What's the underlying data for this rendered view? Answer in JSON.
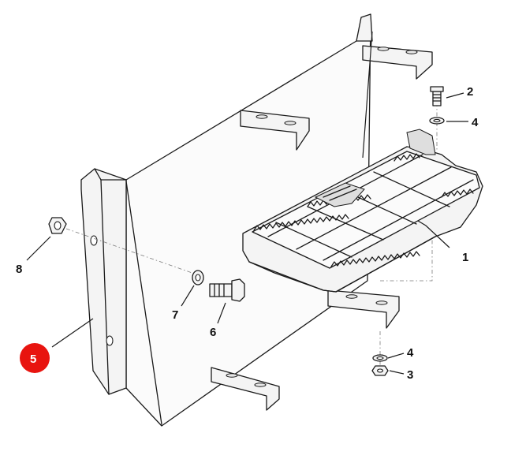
{
  "callouts": [
    {
      "id": "1",
      "label": "1"
    },
    {
      "id": "2",
      "label": "2"
    },
    {
      "id": "3",
      "label": "3"
    },
    {
      "id": "4a",
      "label": "4"
    },
    {
      "id": "4b",
      "label": "4"
    },
    {
      "id": "5",
      "label": "5",
      "highlighted": true
    },
    {
      "id": "6",
      "label": "6"
    },
    {
      "id": "7",
      "label": "7"
    },
    {
      "id": "8",
      "label": "8"
    }
  ],
  "colors": {
    "line": "#1a1a1a",
    "part_fill": "#f4f4f4",
    "highlight": "#e8140f",
    "background": "#ffffff"
  }
}
